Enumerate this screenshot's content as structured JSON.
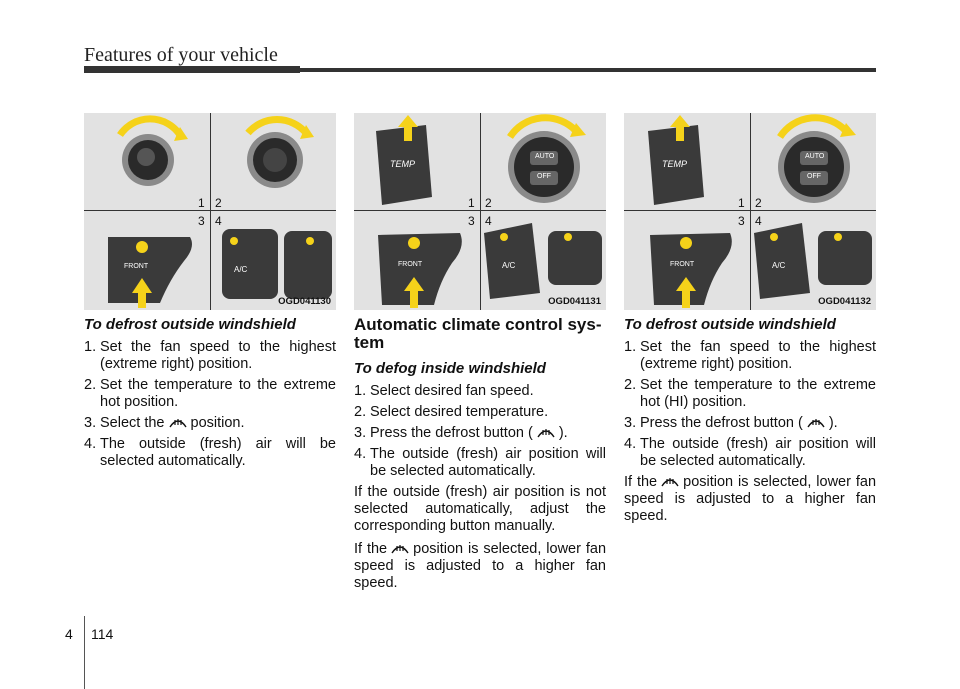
{
  "header": {
    "title": "Features of your vehicle"
  },
  "figures": [
    {
      "code": "OGD041130",
      "quad": [
        "1",
        "2",
        "3",
        "4"
      ],
      "labels": {
        "front": "FRONT",
        "ac": "A/C"
      }
    },
    {
      "code": "OGD041131",
      "quad": [
        "1",
        "2",
        "3",
        "4"
      ],
      "labels": {
        "temp": "TEMP",
        "auto": "AUTO",
        "off": "OFF",
        "front": "FRONT",
        "ac": "A/C"
      }
    },
    {
      "code": "OGD041132",
      "quad": [
        "1",
        "2",
        "3",
        "4"
      ],
      "labels": {
        "temp": "TEMP",
        "auto": "AUTO",
        "off": "OFF",
        "front": "FRONT",
        "ac": "A/C"
      }
    }
  ],
  "col1": {
    "heading": "To defrost outside windshield",
    "steps": [
      {
        "n": "1.",
        "text": "Set the fan speed to the highest (extreme right) position."
      },
      {
        "n": "2.",
        "text": "Set the temperature to the extreme hot position."
      },
      {
        "n": "3.",
        "pre": "Select the",
        "post": "position."
      },
      {
        "n": "4.",
        "text": "The outside (fresh) air will be selected automatically."
      }
    ]
  },
  "col2": {
    "section": "Automatic climate control sys- tem",
    "heading": "To defog inside windshield",
    "steps": [
      {
        "n": "1.",
        "text": "Select desired fan speed."
      },
      {
        "n": "2.",
        "text": "Select desired temperature."
      },
      {
        "n": "3.",
        "pre": "Press the defrost button (",
        "post": ")."
      },
      {
        "n": "4.",
        "text": "The outside (fresh) air position will be selected automatically."
      }
    ],
    "para1": "If the outside (fresh) air position is not selected automatically, adjust the corresponding button manually.",
    "para2_pre": "If the",
    "para2_post": "position is selected, lower fan speed is adjusted to a higher fan speed."
  },
  "col3": {
    "heading": "To defrost outside windshield",
    "steps": [
      {
        "n": "1.",
        "text": "Set the fan speed to the highest (extreme right) position."
      },
      {
        "n": "2.",
        "text": "Set the temperature to the extreme hot (HI) position."
      },
      {
        "n": "3.",
        "pre": "Press the defrost button (",
        "post": ")."
      },
      {
        "n": "4.",
        "text": "The outside (fresh) air position will be selected automatically."
      }
    ],
    "para_pre": "If the",
    "para_post": "position is selected, lower fan speed is adjusted to a higher fan speed."
  },
  "footer": {
    "chapter": "4",
    "page": "114"
  },
  "colors": {
    "accent_yellow": "#f5d21a",
    "panel": "#e2e2e2",
    "knob": "#2a2a2a"
  },
  "icons": [
    "defrost-icon",
    "arrow-icon",
    "knob-icon"
  ]
}
